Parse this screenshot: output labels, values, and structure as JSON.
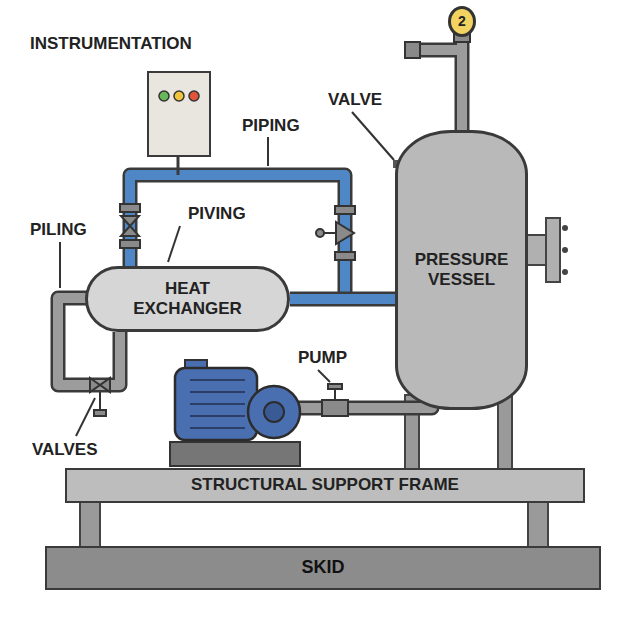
{
  "diagram": {
    "nodes": [
      {
        "text": [
          "2"
        ]
      },
      {
        "text": [
          "PRESSURE VESSEL"
        ]
      },
      {
        "text": [
          "HEAT EXCHANGER"
        ]
      },
      {
        "text": [
          "STRUCTURAL SUPPORT FRAME"
        ]
      },
      {
        "text": [
          "SKID"
        ]
      }
    ],
    "edges": [
      {
        "from": 2,
        "to": 1,
        "arrow": "none"
      }
    ],
    "labels": [
      "INSTRUMENTATION",
      "PIPING",
      "VALVE",
      "PILING",
      "PIVING",
      "PUMP",
      "VALVES"
    ]
  }
}
